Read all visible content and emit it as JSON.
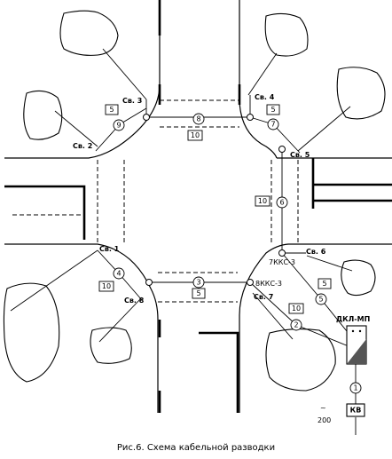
{
  "caption": "Рис.6. Схема кабельной разводки",
  "signals": {
    "s1": "Св. 1",
    "s2": "Св. 2",
    "s3": "Св. 3",
    "s4": "Св. 4",
    "s5": "Св. 5",
    "s6": "Св. 6",
    "s7": "Св. 7",
    "s8": "Св. 8"
  },
  "cable_codes": {
    "k7": "7ККС-3",
    "k8": "8ККС-3"
  },
  "controller": {
    "label": "ДКЛ-МП",
    "box_label": "КВ"
  },
  "power": {
    "symbol": "~",
    "value": "200"
  },
  "circles": {
    "c1": "1",
    "c2": "2",
    "c3": "3",
    "c4": "4",
    "c5": "5",
    "c6": "6",
    "c7": "7",
    "c8": "8",
    "c9": "9"
  },
  "boxes": {
    "b_top": "10",
    "b_right": "10",
    "b_left": "10",
    "b_s7": "10",
    "b_s3": "5",
    "b_s4": "5",
    "b_bottom": "5",
    "b_s6": "5"
  }
}
